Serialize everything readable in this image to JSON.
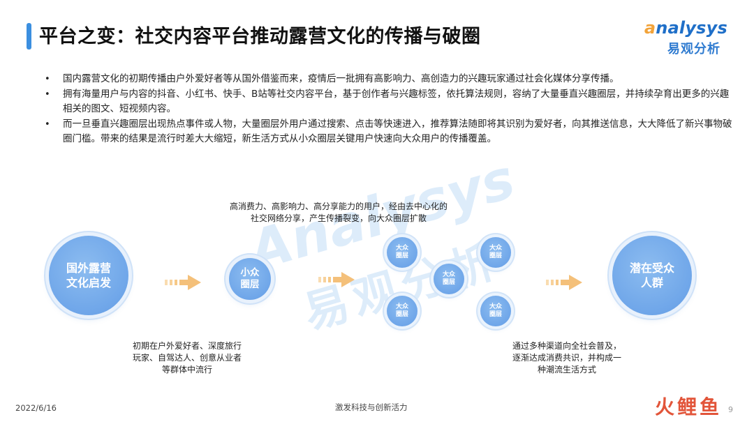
{
  "title": "平台之变：社交内容平台推动露营文化的传播与破圈",
  "logo": {
    "english": "nalysys",
    "english_prefix": "a",
    "chinese": "易观分析"
  },
  "bullets": [
    "国内露营文化的初期传播由户外爱好者等从国外借鉴而来，疫情后一批拥有高影响力、高创造力的兴趣玩家通过社会化媒体分享传播。",
    "拥有海量用户与内容的抖音、小红书、快手、B站等社交内容平台，基于创作者与兴趣标签，依托算法规则，容纳了大量垂直兴趣圈层，并持续孕育出更多的兴趣相关的图文、短视频内容。",
    "而一旦垂直兴趣圈层出现热点事件或人物，大量圈层外用户通过搜索、点击等快速进入，推荐算法随即将其识别为爱好者，向其推送信息，大大降低了新兴事物破圈门槛。带来的结果是流行时差大大缩短，新生活方式从小众圈层关键用户快速向大众用户的传播覆盖。"
  ],
  "bullet_marker": "•",
  "diagram": {
    "node_origin": [
      "国外露营",
      "文化启发"
    ],
    "node_niche": [
      "小众",
      "圈层"
    ],
    "node_mass": [
      "大众",
      "圈层"
    ],
    "node_target": [
      "潜在受众",
      "人群"
    ],
    "caption_top": [
      "高消费力、高影响力、高分享能力的用户，经由去中心化的",
      "社交网络分享，产生传播裂变，向大众圈层扩散"
    ],
    "caption_left": [
      "初期在户外爱好者、深度旅行",
      "玩家、自驾达人、创意从业者",
      "等群体中流行"
    ],
    "caption_right": [
      "通过多种渠道向全社会普及，",
      "逐渐达成消费共识，并构成一",
      "种潮流生活方式"
    ]
  },
  "watermark": {
    "english": "Analysys",
    "chinese": "易观分析"
  },
  "footer": {
    "date": "2022/6/16",
    "center": "激发科技与创新活力",
    "brand": "火鲤鱼",
    "page": "9"
  },
  "colors": {
    "accent": "#3b8fe0",
    "circle": "#6fa6e9",
    "arrow": "#f7c98a",
    "brand": "#e2553a"
  }
}
